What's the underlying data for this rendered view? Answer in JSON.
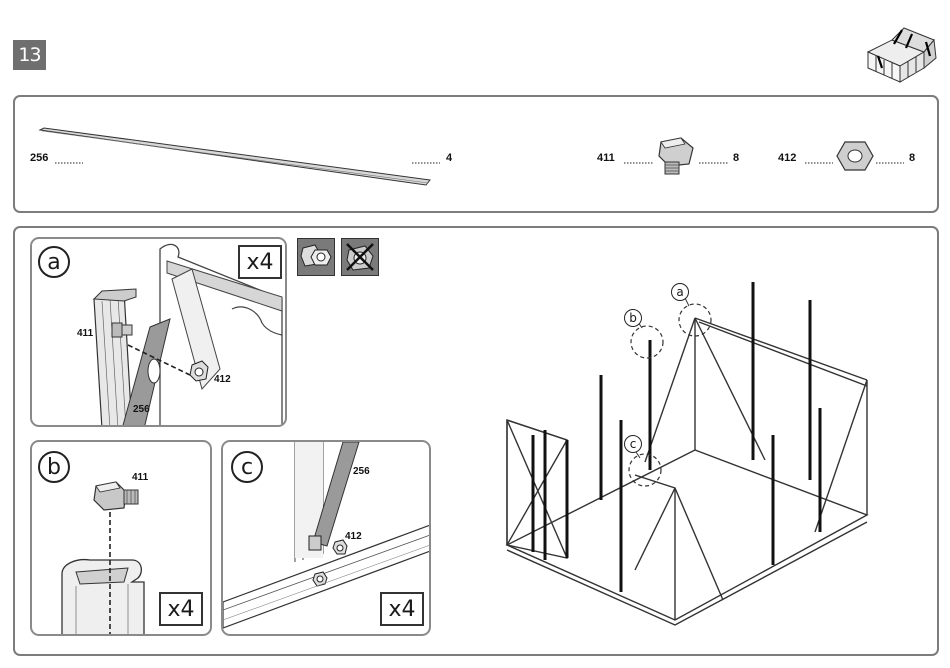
{
  "step": {
    "number": "13"
  },
  "parts": {
    "rod": {
      "code": "256",
      "qty": "4"
    },
    "bolt": {
      "code": "411",
      "qty": "8"
    },
    "nut": {
      "code": "412",
      "qty": "8"
    }
  },
  "details": {
    "a": {
      "letter": "a",
      "multiplier": "x4",
      "bolt_code": "411",
      "nut_code": "412",
      "rod_code": "256"
    },
    "b": {
      "letter": "b",
      "multiplier": "x4",
      "bolt_code": "411"
    },
    "c": {
      "letter": "c",
      "multiplier": "x4",
      "rod_code": "256",
      "nut_code": "412"
    }
  },
  "overview": {
    "callouts": [
      "a",
      "b",
      "c"
    ]
  },
  "icons": [
    "greenhouse-thumbnail-icon",
    "bolt-nut-tool-icon",
    "crossed-out-tool-icon"
  ]
}
